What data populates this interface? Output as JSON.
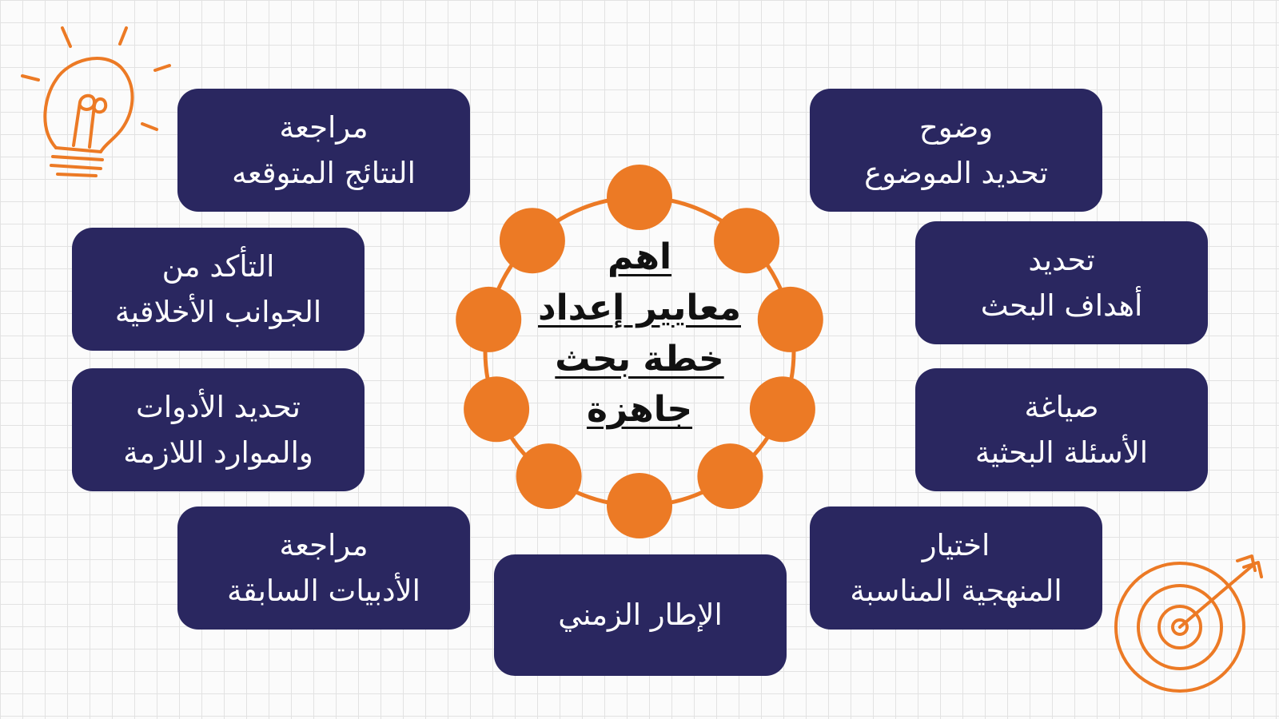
{
  "colors": {
    "card_background": "#2a2760",
    "card_text": "#ffffff",
    "accent_orange": "#ec7a25",
    "title_text": "#111111",
    "grid_line": "#e2e2e2"
  },
  "icons": [
    "lightbulb-icon",
    "target-arrow-icon"
  ],
  "center_title": {
    "line1": "اهم",
    "line2": "معايير إعداد",
    "line3": "خطة بحث",
    "line4": "جاهزة"
  },
  "right_cards": [
    {
      "line1": "وضوح",
      "line2": "تحديد الموضوع"
    },
    {
      "line1": "تحديد",
      "line2": "أهداف البحث"
    },
    {
      "line1": "صياغة",
      "line2": "الأسئلة البحثية"
    },
    {
      "line1": "اختيار",
      "line2": "المنهجية المناسبة"
    }
  ],
  "left_cards": [
    {
      "line1": "مراجعة",
      "line2": "النتائج المتوقعه"
    },
    {
      "line1": "التأكد من",
      "line2": "الجوانب الأخلاقية"
    },
    {
      "line1": "تحديد الأدوات",
      "line2": "والموارد اللازمة"
    },
    {
      "line1": "مراجعة",
      "line2": "الأدبيات السابقة"
    }
  ],
  "bottom_card": {
    "line1": "الإطار الزمني"
  }
}
